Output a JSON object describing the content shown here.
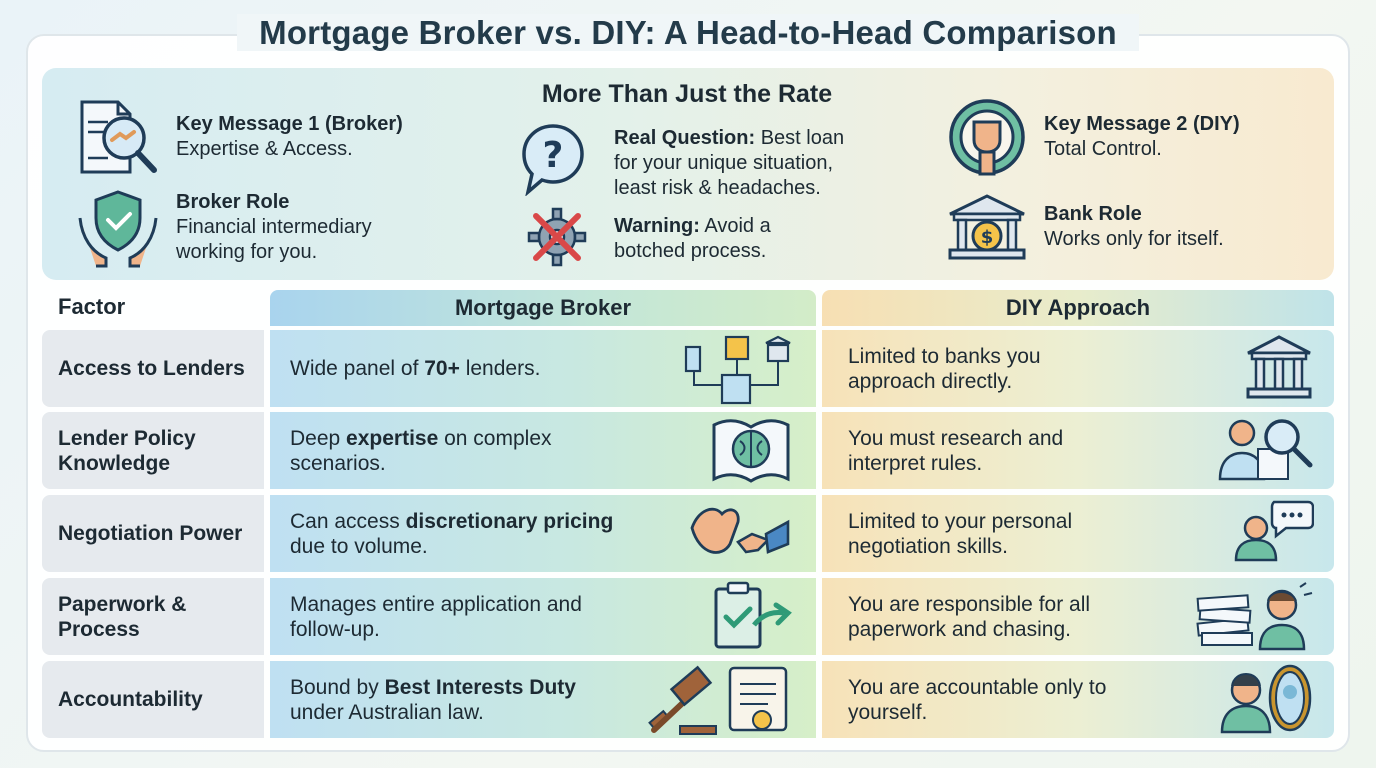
{
  "title": "Mortgage Broker vs. DIY: A Head-to-Head Comparison",
  "banner": {
    "title": "More Than Just the Rate",
    "key1": {
      "title": "Key Message 1 (Broker)",
      "text": "Expertise & Access."
    },
    "broker_role": {
      "title": "Broker Role",
      "text": "Financial intermediary working for you."
    },
    "real_question": {
      "label": "Real Question:",
      "text": " Best loan for your unique situation, least risk & headaches."
    },
    "warning": {
      "label": "Warning:",
      "text": " Avoid a botched process."
    },
    "key2": {
      "title": "Key Message 2 (DIY)",
      "text": "Total Control."
    },
    "bank_role": {
      "title": "Bank Role",
      "text": "Works only for itself."
    }
  },
  "table": {
    "headers": {
      "factor": "Factor",
      "broker": "Mortgage Broker",
      "diy": "DIY Approach"
    },
    "rows": [
      {
        "factor": "Access to Lenders",
        "broker": {
          "pre": "Wide panel of ",
          "bold": "70+",
          "post": " lenders."
        },
        "diy": "Limited to banks you approach directly."
      },
      {
        "factor": "Lender Policy Knowledge",
        "broker": {
          "pre": "Deep ",
          "bold": "expertise",
          "post": " on complex scenarios."
        },
        "diy": "You must research and interpret rules."
      },
      {
        "factor": "Negotiation Power",
        "broker": {
          "pre": "Can access ",
          "bold": "discretionary pricing",
          "post": " due to volume."
        },
        "diy": "Limited to your personal negotiation skills."
      },
      {
        "factor": "Paperwork & Process",
        "broker": {
          "pre": "Manages entire application and follow-up.",
          "bold": "",
          "post": ""
        },
        "diy": "You are responsible for all paperwork and chasing."
      },
      {
        "factor": "Accountability",
        "broker": {
          "pre": "Bound by ",
          "bold": "Best Interests Duty",
          "post": " under Australian law."
        },
        "diy": "You are accountable only to yourself."
      }
    ]
  },
  "icons": {
    "key1": "document-magnifier-handshake-icon",
    "broker_role": "shield-hands-icon",
    "real_question": "question-bubble-icon",
    "warning": "crossed-gear-icon",
    "key2": "steering-wheel-fist-icon",
    "bank_role": "bank-dollar-icon",
    "rows": [
      [
        "lender-network-icon",
        "bank-building-icon"
      ],
      [
        "brain-book-icon",
        "person-research-icon"
      ],
      [
        "arm-handshake-icon",
        "person-speech-icon"
      ],
      [
        "clipboard-check-arrow-icon",
        "stressed-person-papers-icon"
      ],
      [
        "gavel-certificate-icon",
        "person-mirror-icon"
      ]
    ]
  }
}
